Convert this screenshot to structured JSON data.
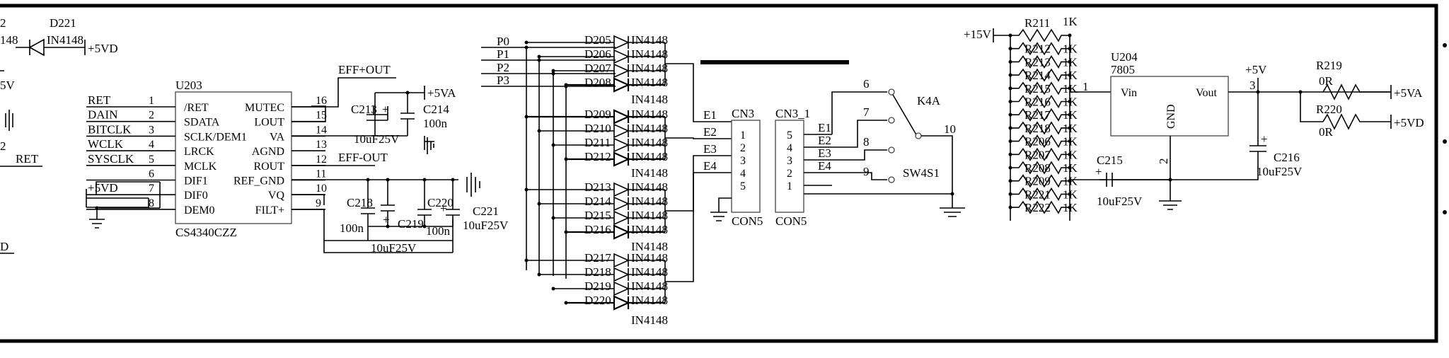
{
  "schematic": {
    "edge": {
      "d221": "D221",
      "d221_part": "IN4148",
      "d221_net": "+5VD",
      "frag_top": "2",
      "frag_148": "148",
      "frag_5v": "5V",
      "frag_2": "2",
      "frag_ret": "RET",
      "frag_d": "D"
    },
    "u203": {
      "ref": "U203",
      "part": "CS4340CZZ",
      "left_pins": [
        {
          "net": "RET",
          "num": "1",
          "name": "/RET"
        },
        {
          "net": "DAIN",
          "num": "2",
          "name": "SDATA"
        },
        {
          "net": "BITCLK",
          "num": "3",
          "name": "SCLK/DEM1"
        },
        {
          "net": "WCLK",
          "num": "4",
          "name": "LRCK"
        },
        {
          "net": "SYSCLK",
          "num": "5",
          "name": "MCLK"
        },
        {
          "net": "",
          "num": "6",
          "name": "DIF1"
        },
        {
          "net": "+5VD",
          "num": "7",
          "name": "DIF0"
        },
        {
          "net": "",
          "num": "8",
          "name": "DEM0"
        }
      ],
      "right_pins": [
        {
          "num": "16",
          "name": "MUTEC"
        },
        {
          "num": "15",
          "name": "LOUT"
        },
        {
          "num": "14",
          "name": "VA"
        },
        {
          "num": "13",
          "name": "AGND"
        },
        {
          "num": "12",
          "name": "ROUT"
        },
        {
          "num": "11",
          "name": "REF_GND"
        },
        {
          "num": "10",
          "name": "VQ"
        },
        {
          "num": "9",
          "name": "FILT+"
        }
      ]
    },
    "nets": {
      "eff_out": "EFF+OUT",
      "eff_out_neg": "EFF-OUT",
      "p5va": "+5VA",
      "p5vd": "+5VD",
      "p15v": "+15V",
      "p5v": "+5V"
    },
    "caps": {
      "c213": "C213",
      "c213_val": "10uF25V",
      "c214": "C214",
      "c214_val": "100n",
      "c218": "C218",
      "c218_val": "100n",
      "c219": "C219",
      "c219_val": "10uF25V",
      "c220": "C220",
      "c220_val": "100n",
      "c221": "C221",
      "c221_val": "10uF25V",
      "c215": "C215",
      "c215_val": "10uF25V",
      "c216": "C216",
      "c216_val": "10uF25V"
    },
    "ports": [
      "P0",
      "P1",
      "P2",
      "P3"
    ],
    "diodes": {
      "part": "IN4148",
      "group1": [
        "D205",
        "D206",
        "D207",
        "D208"
      ],
      "group2": [
        "D209",
        "D210",
        "D211",
        "D212"
      ],
      "group3": [
        "D213",
        "D214",
        "D215",
        "D216"
      ],
      "group4": [
        "D217",
        "D218",
        "D219",
        "D220"
      ]
    },
    "cn3": {
      "ref": "CN3",
      "ref1": "CN3_1",
      "part": "CON5",
      "pins": [
        "1",
        "2",
        "3",
        "4",
        "5"
      ],
      "nets": [
        "E1",
        "E2",
        "E3",
        "E4"
      ],
      "right_pins": [
        "5",
        "4",
        "3",
        "2",
        "1"
      ]
    },
    "switch": {
      "ref": "K4A",
      "part": "SW4S1",
      "pins": [
        "6",
        "7",
        "8",
        "9"
      ],
      "common": "10"
    },
    "resistors": {
      "r211": "R211",
      "r211_val": "1K",
      "list": [
        "R212",
        "R213",
        "R214",
        "R215",
        "R216",
        "R217",
        "R218",
        "R206",
        "R207",
        "R208",
        "R209",
        "R221",
        "R222"
      ],
      "val": "1K",
      "pin1": "1"
    },
    "u204": {
      "ref": "U204",
      "part": "7805",
      "vin": "Vin",
      "vout": "Vout",
      "gnd": "GND",
      "pin2": "2",
      "pin3": "3"
    },
    "out": {
      "r219": "R219",
      "r219_val": "0R",
      "r220": "R220",
      "r220_val": "0R"
    }
  }
}
